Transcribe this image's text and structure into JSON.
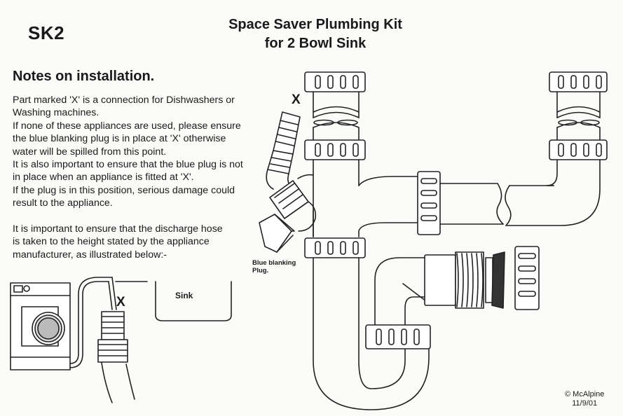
{
  "header": {
    "code": "SK2",
    "title_line1": "Space Saver Plumbing Kit",
    "title_line2": "for 2 Bowl Sink"
  },
  "notes": {
    "heading": "Notes on installation.",
    "lines": [
      "Part marked 'X' is a connection for Dishwashers or",
      "Washing machines.",
      "If none of these appliances are used, please ensure",
      "the blue blanking plug is in place at 'X' otherwise",
      "water will be spilled from this point.",
      "It is also important to ensure that the blue plug is not",
      "in place when an appliance is fitted at 'X'.",
      "If the plug is in this position, serious damage could",
      "result to the appliance."
    ],
    "lines2": [
      "It is important to ensure that the discharge hose",
      "is taken to the height stated by the appliance",
      "manufacturer, as illustrated below:-"
    ]
  },
  "labels": {
    "x_top": "X",
    "x_bottom": "X",
    "blanking_line1": "Blue blanking",
    "blanking_line2": "Plug.",
    "sink": "Sink"
  },
  "footer": {
    "copyright": "© McAlpine",
    "date": "11/9/01"
  }
}
